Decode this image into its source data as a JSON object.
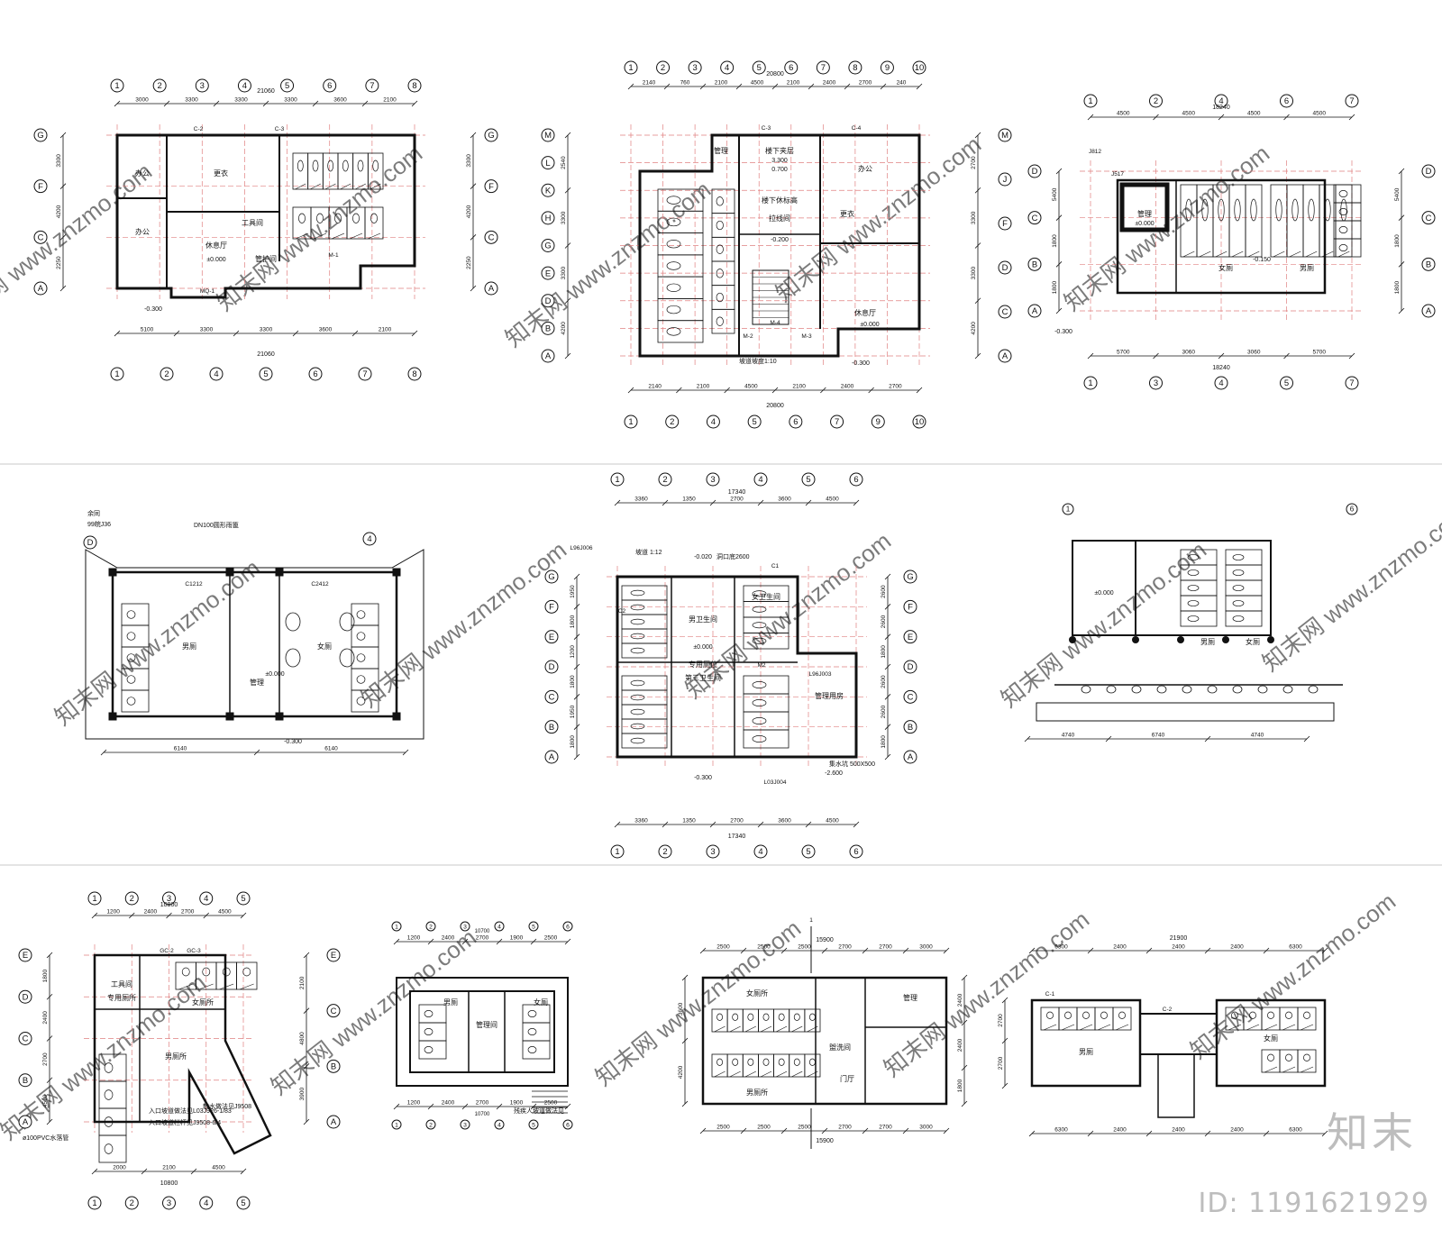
{
  "watermark": {
    "site": "www.znzmo.com",
    "cn": "知末网"
  },
  "brand": {
    "logo_text": "知末",
    "id_text": "ID: 1191621929"
  },
  "colors": {
    "line": "#111111",
    "red": "#d43a3a",
    "grid": "#e08080",
    "divider": "#c8c8c8",
    "mark": "#c9c9c9"
  },
  "plans": [
    {
      "id": "p1",
      "axes_top": [
        "1",
        "2",
        "3",
        "4",
        "5",
        "6",
        "7",
        "8"
      ],
      "axes_bottom": [
        "1",
        "2",
        "4",
        "5",
        "6",
        "7",
        "8"
      ],
      "axes_left": [
        "G",
        "F",
        "C",
        "A"
      ],
      "total_dim": "21060",
      "dims_top": [
        "3000",
        "3300",
        "3300",
        "3300",
        "3600",
        "2100"
      ],
      "dims_bottom": [
        "5100",
        "3300",
        "3300",
        "3600",
        "2100"
      ],
      "rooms": [
        "办公",
        "办公",
        "休息厅",
        "更衣",
        "工具间",
        "管护间"
      ],
      "levels": [
        "±0.000",
        "-0.300"
      ],
      "refs": [
        "C-2",
        "C-3",
        "M-1",
        "MQ-1"
      ]
    },
    {
      "id": "p2",
      "axes_top": [
        "1",
        "2",
        "3",
        "4",
        "5",
        "6",
        "7",
        "8",
        "9",
        "10"
      ],
      "axes_bottom": [
        "1",
        "2",
        "4",
        "5",
        "6",
        "7",
        "9",
        "10"
      ],
      "axes_left": [
        "M",
        "L",
        "K",
        "H",
        "G",
        "E",
        "D",
        "B",
        "A"
      ],
      "axes_right": [
        "M",
        "J",
        "F",
        "D",
        "C",
        "A"
      ],
      "total_dim": "20800",
      "dims_top": [
        "2140",
        "760",
        "2100",
        "4500",
        "2100",
        "2400",
        "2700",
        "240"
      ],
      "dims_bottom": [
        "2140",
        "2100",
        "4500",
        "2100",
        "2400",
        "2700"
      ],
      "rooms": [
        "管理",
        "楼下夹层",
        "楼下休标高",
        "拉线间",
        "办公",
        "更衣",
        "休息厅"
      ],
      "levels": [
        "3.300",
        "0.700",
        "-0.200",
        "-0.300",
        "±0.000"
      ],
      "notes": [
        "坡道坡度1:10"
      ],
      "refs": [
        "C-3",
        "C-4",
        "M-2",
        "M-3",
        "M-4"
      ]
    },
    {
      "id": "p3",
      "axes_top": [
        "1",
        "2",
        "4",
        "6",
        "7"
      ],
      "axes_bottom": [
        "1",
        "3",
        "4",
        "5",
        "7"
      ],
      "axes_left": [
        "D",
        "C",
        "B",
        "A"
      ],
      "axes_right": [
        "D",
        "C",
        "B",
        "A"
      ],
      "total_dim": "18240",
      "dims_top": [
        "4500",
        "4500",
        "4500",
        "4500"
      ],
      "dims_bottom": [
        "5700",
        "3060",
        "3060",
        "5700"
      ],
      "rooms": [
        "女厕",
        "男厕",
        "管理"
      ],
      "levels": [
        "±0.000",
        "-0.150",
        "-0.300"
      ],
      "refs": [
        "J517",
        "J812"
      ]
    },
    {
      "id": "p4",
      "dims_bottom": [
        "6140",
        "6140"
      ],
      "rooms": [
        "男厕",
        "女厕",
        "管理"
      ],
      "levels": [
        "±0.000",
        "-0.300"
      ],
      "notes": [
        "DN100圆形雨篦",
        "余同",
        "99皖J36"
      ],
      "refs": [
        "C1212",
        "C2412"
      ]
    },
    {
      "id": "p5",
      "axes_top": [
        "1",
        "2",
        "3",
        "4",
        "5",
        "6"
      ],
      "axes_bottom": [
        "1",
        "2",
        "3",
        "4",
        "5",
        "6"
      ],
      "axes_left": [
        "G",
        "F",
        "E",
        "D",
        "C",
        "B",
        "A"
      ],
      "axes_right": [
        "G",
        "F",
        "E",
        "D",
        "C",
        "B",
        "A"
      ],
      "total_dim": "17340",
      "dims_top": [
        "3360",
        "1350",
        "2700",
        "3600",
        "4500"
      ],
      "dims_bottom": [
        "3360",
        "1350",
        "2700",
        "3600",
        "4500"
      ],
      "rooms": [
        "女卫生间",
        "男卫生间",
        "专用厕位",
        "第三卫生间",
        "管理用房"
      ],
      "levels": [
        "±0.000",
        "-0.020",
        "-0.300",
        "-2.600"
      ],
      "notes": [
        "坡道 1:12",
        "洞口底2600",
        "集水坑 500X500"
      ],
      "refs": [
        "L96J006",
        "L03J004",
        "L96J003",
        "C1",
        "C2",
        "M2"
      ]
    },
    {
      "id": "p6",
      "rooms": [
        "男厕",
        "女厕"
      ],
      "levels": [
        "±0.000"
      ]
    },
    {
      "id": "p7",
      "axes_top": [
        "1",
        "2",
        "3",
        "4",
        "5"
      ],
      "axes_bottom": [
        "1",
        "2",
        "3",
        "4",
        "5"
      ],
      "axes_left": [
        "E",
        "D",
        "C",
        "B",
        "A"
      ],
      "axes_right": [
        "E",
        "C",
        "B",
        "A"
      ],
      "total_dim": "10800",
      "dims_top": [
        "1200",
        "2400",
        "2700",
        "4500"
      ],
      "dims_bottom": [
        "2000",
        "2100",
        "4500"
      ],
      "rooms": [
        "工具间",
        "专用厕所",
        "女厕所",
        "男厕所"
      ],
      "notes": [
        "入口坡道做法见L03J926-1/83",
        "入口坡道栏杆见J9508-6/4",
        "散水做法见J9508",
        "ø100PVC水落管"
      ],
      "refs": [
        "GC-3",
        "GC-2"
      ]
    },
    {
      "id": "p8",
      "total_dim": "10700",
      "rooms": [
        "男厕",
        "女厕",
        "管理间"
      ],
      "notes": [
        "残疾人坡道做法见"
      ]
    },
    {
      "id": "p9",
      "total_dim": "15900",
      "dims_top": [
        "2500",
        "2500",
        "2500",
        "2700",
        "2700",
        "3000"
      ],
      "dims_bottom": [
        "2500",
        "2500",
        "2500",
        "2700",
        "2700",
        "3000"
      ],
      "rooms": [
        "女厕所",
        "男厕所",
        "管理",
        "盥洗间",
        "门厅"
      ],
      "refs": [
        "1"
      ]
    },
    {
      "id": "p10",
      "total_dim": "21900",
      "dims_top": [
        "6300",
        "2400",
        "2400",
        "2400",
        "6300"
      ],
      "dims_bottom": [
        "6300",
        "2400",
        "2400",
        "2400",
        "6300"
      ],
      "rooms": [
        "男厕",
        "女厕"
      ],
      "refs": [
        "C-1",
        "C-2"
      ]
    }
  ]
}
